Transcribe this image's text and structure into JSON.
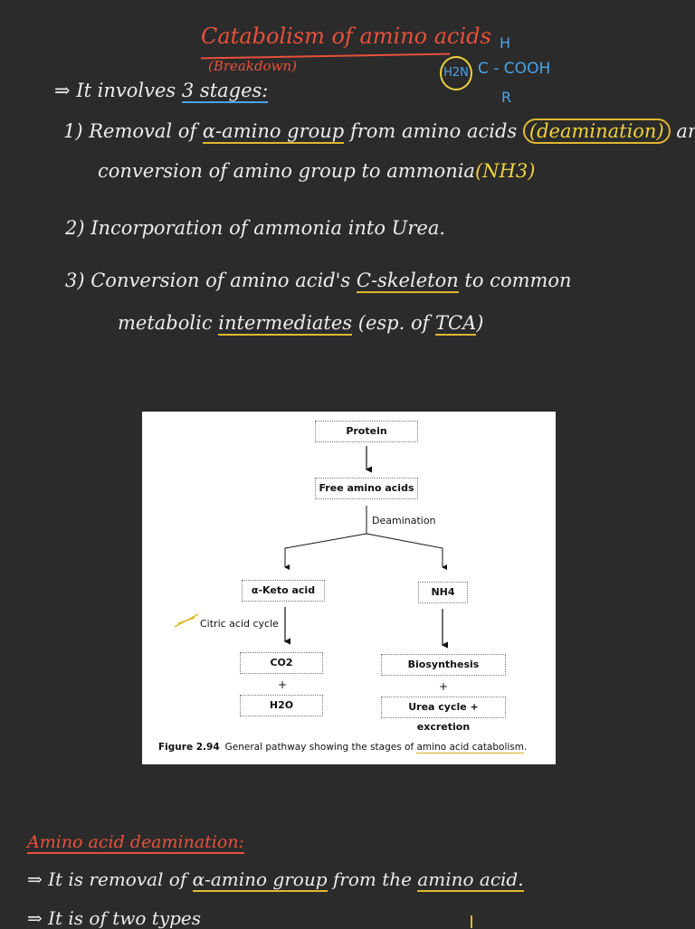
{
  "notes": {
    "title": "Catabolism of amino acids",
    "subtitle": "(Breakdown)",
    "structure": {
      "amine": "H2N",
      "h": "H",
      "chain": "C - COOH",
      "r": "R"
    },
    "line1_prefix": "⇒ It involves ",
    "line1_key": "3 stages:",
    "step1_a": "1) Removal of ",
    "step1_b": "α-amino group",
    "step1_c": " from amino acids ",
    "step1_d": "(deamination)",
    "step1_e": " and",
    "step1_cont_a": "conversion of amino group to ammonia",
    "step1_cont_b": "(NH3)",
    "step2": "2) Incorporation of ammonia into Urea.",
    "step3_a": "3) Conversion of amino acid's ",
    "step3_b": "C-skeleton",
    "step3_c": " to common",
    "step3_cont_a": "metabolic ",
    "step3_cont_b": "intermediates",
    "step3_cont_c": " (esp. of ",
    "step3_cont_d": "TCA",
    "step3_cont_e": ")",
    "heading2": "Amino acid deamination:",
    "l7_a": "⇒ It is removal of ",
    "l7_b": "α-amino group",
    "l7_c": " from the ",
    "l7_d": "amino acid.",
    "l8": "⇒ It is of two types"
  },
  "figure": {
    "protein": "Protein",
    "free_aa": "Free amino acids",
    "deamination": "Deamination",
    "keto": "α-Keto acid",
    "nh4": "NH4",
    "citric": "Citric acid cycle",
    "co2": "CO2",
    "h2o": "H2O",
    "biosyn": "Biosynthesis",
    "urea": "Urea cycle + excretion",
    "plus": "+",
    "caption_label": "Figure 2.94",
    "caption_text_a": "General pathway showing the stages of ",
    "caption_text_b": "amino acid catabolism",
    "caption_text_c": "."
  }
}
